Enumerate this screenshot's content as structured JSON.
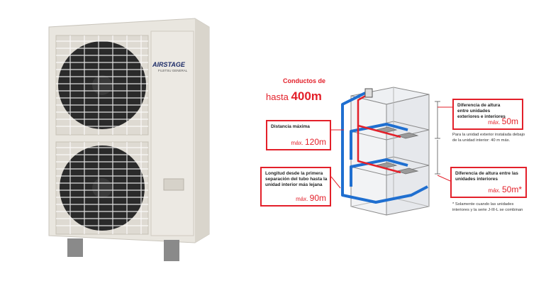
{
  "unit": {
    "brand_logo": "AIRSTAGE",
    "brand_sub": "FUJITSU GENERAL"
  },
  "header": {
    "line1": "Conductos de",
    "prefix": "hasta",
    "value": "400m"
  },
  "callouts": {
    "max_distance": {
      "label": "Distancia máxima",
      "prefix": "máx.",
      "value": "120m"
    },
    "pipe_length": {
      "label": "Longitud desde la primera separación del tubo hasta la unidad interior más lejana",
      "prefix": "máx.",
      "value": "90m"
    },
    "height_outdoor_indoor": {
      "label": "Diferencia de altura entre unidades exteriores e interiores",
      "prefix": "máx.",
      "value": "50m"
    },
    "height_indoor_indoor": {
      "label": "Diferencia de altura entre las unidades interiores",
      "prefix": "máx.",
      "value": "50m*"
    }
  },
  "notes": {
    "below_outdoor": "Para la unidad exterior instalada debajo de la unidad interior: 40 m máx.",
    "footnote": "* Solamente cuando las unidades interiores y la serie J-III-L se combinan"
  },
  "colors": {
    "accent": "#e3202a",
    "pipe_blue": "#1f6fd0",
    "pipe_red": "#e3202a",
    "unit_body": "#ece9e3"
  }
}
